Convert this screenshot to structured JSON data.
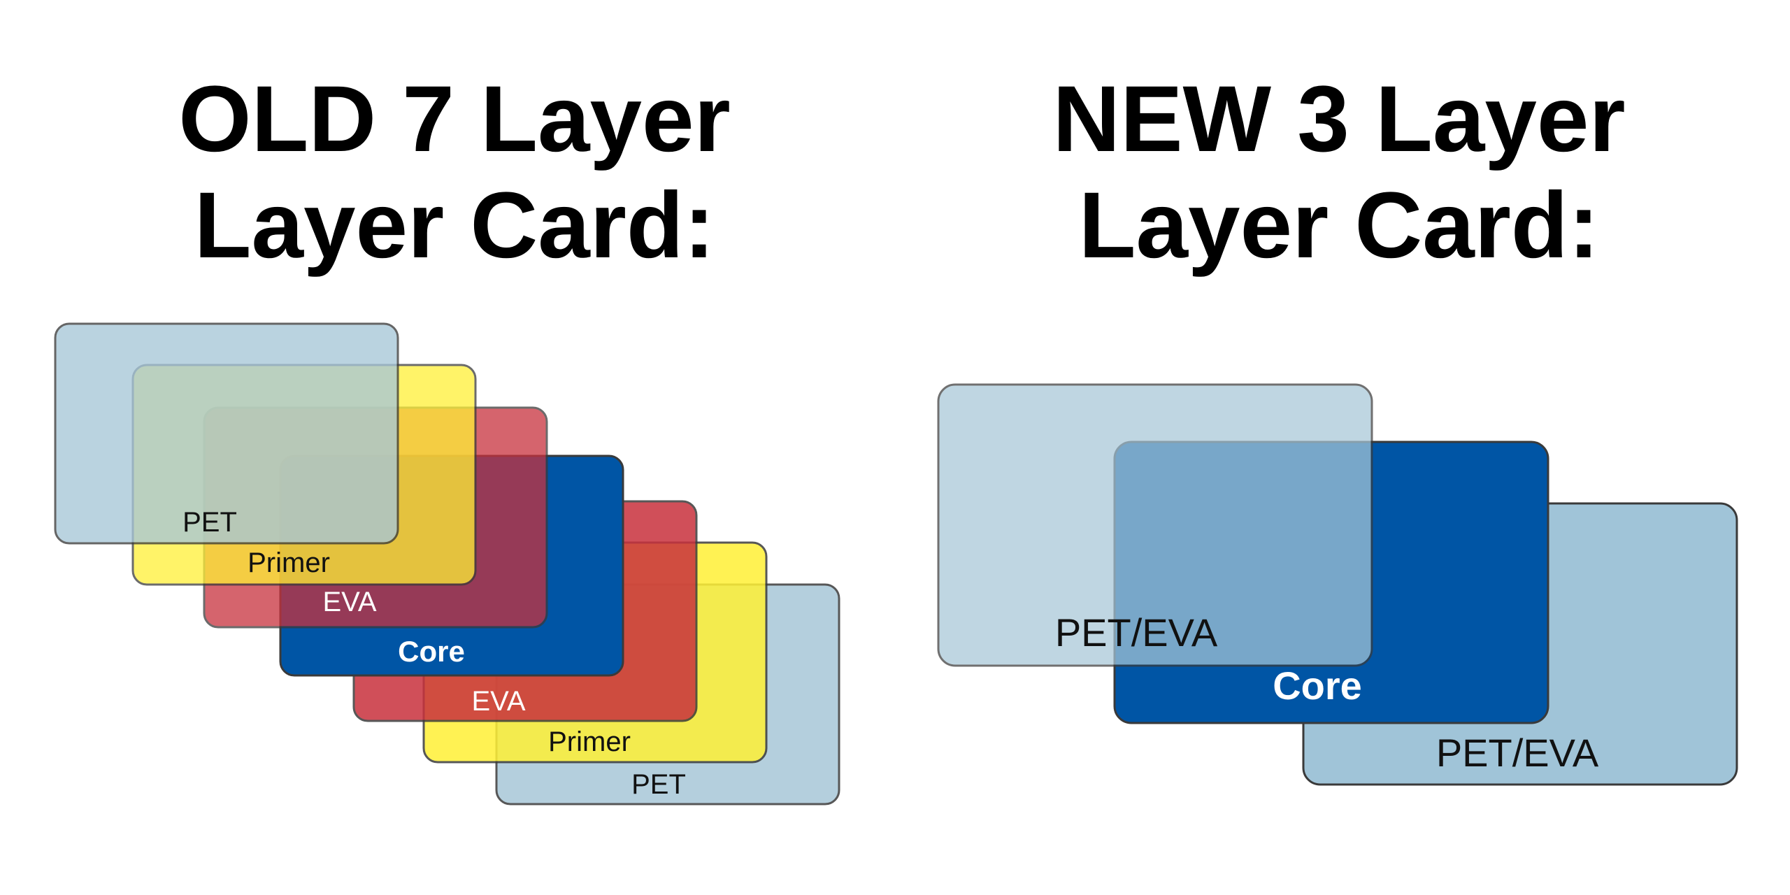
{
  "old": {
    "title_line1": "OLD 7 Layer",
    "title_line2": "Layer Card:",
    "layers": [
      {
        "label": "PET",
        "color": "#A7C7D8"
      },
      {
        "label": "Primer",
        "color": "#FFF036"
      },
      {
        "label": "EVA",
        "color": "#C8313D"
      },
      {
        "label": "Core",
        "color": "#0055A5"
      },
      {
        "label": "EVA",
        "color": "#C8313D"
      },
      {
        "label": "Primer",
        "color": "#FFF036"
      },
      {
        "label": "PET",
        "color": "#A7C7D8"
      }
    ]
  },
  "new": {
    "title_line1": "NEW 3 Layer",
    "title_line2": "Layer Card:",
    "layers": [
      {
        "label": "PET/EVA",
        "color": "#A7C7D8"
      },
      {
        "label": "Core",
        "color": "#0055A5"
      },
      {
        "label": "PET/EVA",
        "color": "#A7C7D8"
      }
    ]
  }
}
